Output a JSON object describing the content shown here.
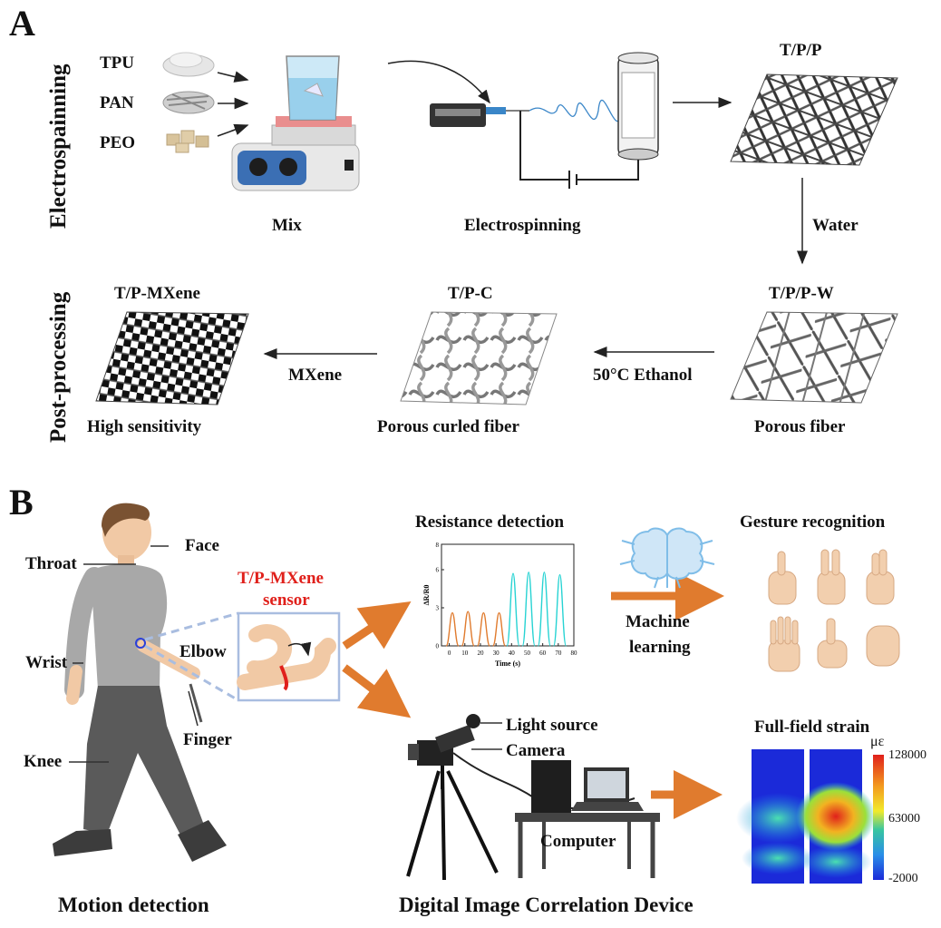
{
  "panel_a": {
    "letter": "A",
    "side_label_top": "Electrospainning",
    "side_label_bottom": "Post-processing",
    "materials": [
      "TPU",
      "PAN",
      "PEO"
    ],
    "mix_label": "Mix",
    "electrospinning_label": "Electrospinning",
    "tpp_label": "T/P/P",
    "water_label": "Water",
    "tppw_label": "T/P/P-W",
    "tppw_caption": "Porous fiber",
    "ethanol_label": "50°C Ethanol",
    "tpc_label": "T/P-C",
    "tpc_caption": "Porous curled fiber",
    "mxene_step_label": "MXene",
    "tpmxene_label": "T/P-MXene",
    "tpmxene_caption": "High sensitivity"
  },
  "panel_b": {
    "letter": "B",
    "body_labels": {
      "face": "Face",
      "throat": "Throat",
      "wrist": "Wrist",
      "elbow": "Elbow",
      "finger": "Finger",
      "knee": "Knee"
    },
    "sensor_label_line1": "T/P-MXene",
    "sensor_label_line2": "sensor",
    "motion_caption": "Motion detection",
    "resistance_title": "Resistance detection",
    "ml_line1": "Machine",
    "ml_line2": "learning",
    "gesture_title": "Gesture recognition",
    "light_source": "Light source",
    "camera": "Camera",
    "computer": "Computer",
    "dic_caption": "Digital Image Correlation Device",
    "strain_title": "Full-field strain",
    "colorbar_unit": "με",
    "colorbar_ticks": [
      "128000",
      "63000",
      "-2000"
    ],
    "accent_color": "#e07b2e",
    "sensor_color": "#e0201b"
  },
  "chart_data": {
    "type": "line",
    "xlabel": "Time (s)",
    "ylabel": "ΔR/R0",
    "xlim": [
      -5,
      80
    ],
    "ylim": [
      0,
      8
    ],
    "x_ticks": [
      "0",
      "10",
      "20",
      "30",
      "40",
      "50",
      "60",
      "70",
      "80"
    ],
    "y_ticks": [
      "0",
      "3",
      "6"
    ],
    "top_tick_label": "8",
    "series": [
      {
        "color": "#e07b2e",
        "peaks": [
          {
            "x": 2,
            "y": 2.6
          },
          {
            "x": 12,
            "y": 2.7
          },
          {
            "x": 22,
            "y": 2.6
          },
          {
            "x": 32,
            "y": 2.6
          }
        ]
      },
      {
        "color": "#27d3d3",
        "peaks": [
          {
            "x": 41,
            "y": 5.7
          },
          {
            "x": 51,
            "y": 5.8
          },
          {
            "x": 61,
            "y": 5.8
          },
          {
            "x": 71,
            "y": 5.6
          }
        ]
      }
    ]
  }
}
